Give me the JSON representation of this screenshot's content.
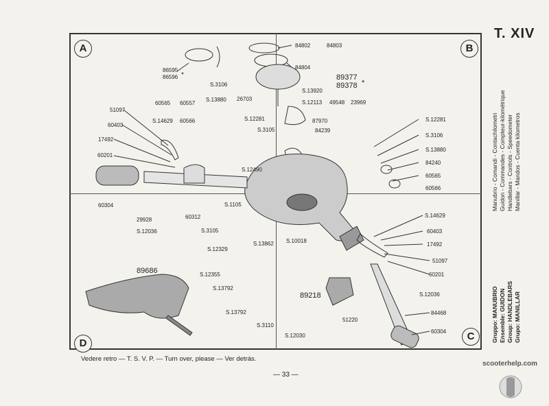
{
  "plate": "T. XIV",
  "corners": [
    "A",
    "B",
    "C",
    "D"
  ],
  "side_legend": {
    "col1": [
      "Manubrio - Comandi - Contachilometri",
      "Guidon - Commandes - Compteur-kilométrique",
      "Handlebars - Controls - Speedometer",
      "Manillar - Mandos - Cuenta kilometros"
    ],
    "col2": [
      "Gruppo: MANUBRIO",
      "Ensemble: GUIDON",
      "Group: HANDLEBARS",
      "Grupo: MANILLAR"
    ]
  },
  "footer_note": "Vedere retro — T. S. V. P. — Turn over, please — Ver detrás.",
  "page_number": "— 33 —",
  "watermark": "scooterhelp.com",
  "parts": {
    "p86595": "86595",
    "p86596": "86596",
    "p84802": "84802",
    "p84803": "84803",
    "p84804": "84804",
    "p89377": "89377",
    "p89378": "89378",
    "p13920": "S.13920",
    "p12113": "S.12113",
    "p49548": "49548",
    "p23969": "23969",
    "p87970": "87970",
    "p84239": "84239",
    "p3106a": "S.3106",
    "p26703": "26703",
    "p60565a": "60565",
    "p60557": "60557",
    "p13880a": "S.13880",
    "p12281a": "S.12281",
    "p51097a": "51097",
    "p60403a": "60403",
    "p14629a": "S.14629",
    "p60566a": "60566",
    "p3105a": "S.3105",
    "p17492a": "17492",
    "p60201a": "60201",
    "p12490": "S.12490",
    "p60304a": "60304",
    "p29928": "29928",
    "p12036a": "S.12036",
    "p60312": "60312",
    "p1105": "S.1105",
    "p3105b": "S.3105",
    "p12329": "S.12329",
    "p13862": "S.13862",
    "p10018": "S.10018",
    "p12355": "S.12355",
    "p13792a": "S.13792",
    "p13792b": "S.13792",
    "p3110": "S.3110",
    "p12030": "S.12030",
    "p89218": "89218",
    "p51220": "51220",
    "p89686": "89686",
    "p12281b": "S.12281",
    "p3106b": "S.3106",
    "p13880b": "S.13880",
    "p84240": "84240",
    "p60565b": "60565",
    "p60566b": "60566",
    "p14629b": "S.14629",
    "p60403b": "60403",
    "p17492b": "17492",
    "p51097b": "51097",
    "p60201b": "60201",
    "p12036b": "S.12036",
    "p84468": "84468",
    "p60304b": "60304",
    "asterisk": "*"
  }
}
